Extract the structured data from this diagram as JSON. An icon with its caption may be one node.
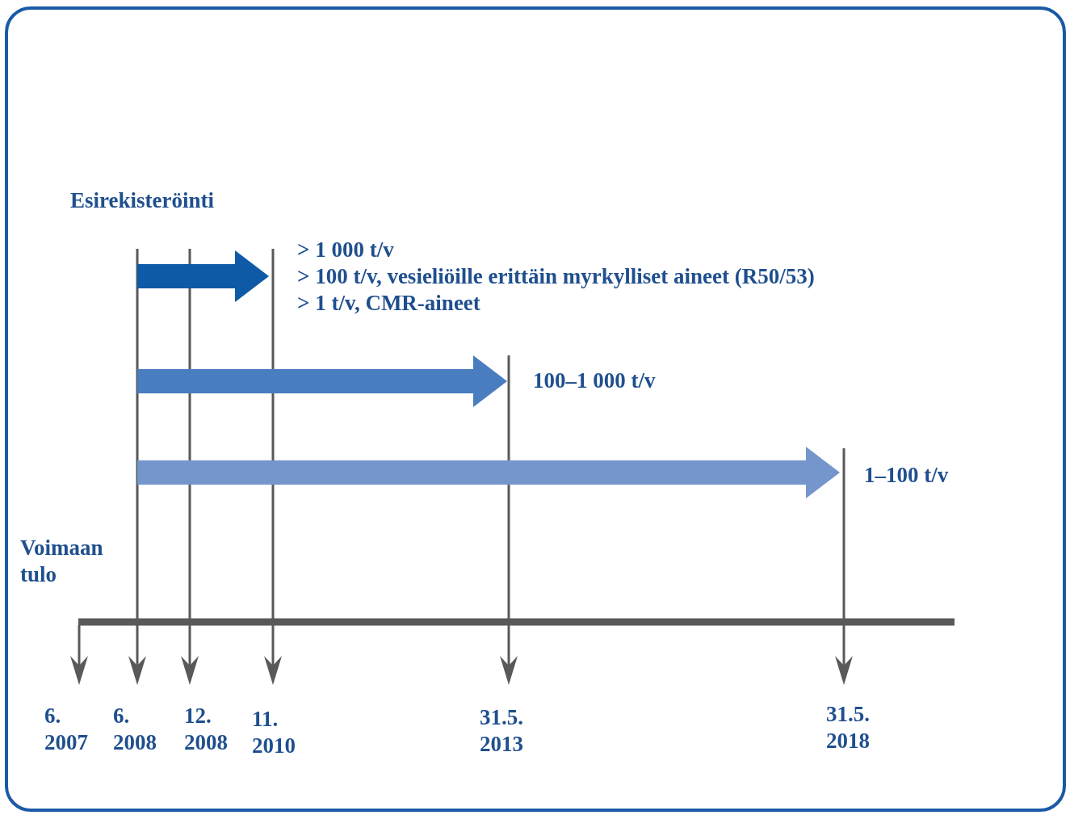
{
  "diagram": {
    "nodes": [
      {
        "text": [
          "> 1 000 t/v",
          "> 100 t/v, vesieliöille erittäin myrkylliset aineet (R50/53)",
          "> 1 t/v, CMR-aineet"
        ]
      },
      {
        "text": [
          "100–1 000 t/v"
        ]
      },
      {
        "text": [
          "1–100 t/v"
        ]
      }
    ],
    "edges": [
      {
        "from": null,
        "to": 0,
        "arrow": "to",
        "style": "thick",
        "color": "#0e5aa7"
      },
      {
        "from": null,
        "to": 1,
        "arrow": "to",
        "style": "thick",
        "color": "#4a7cc0"
      },
      {
        "from": null,
        "to": 2,
        "arrow": "to",
        "style": "thick",
        "color": "#7496cc"
      }
    ],
    "labels": [
      "Esirekisteröinti",
      "Voimaan tulo",
      "6. 2007",
      "6. 2008",
      "12. 2008",
      "11. 2010",
      "31.5. 2013",
      "31.5. 2018"
    ]
  }
}
